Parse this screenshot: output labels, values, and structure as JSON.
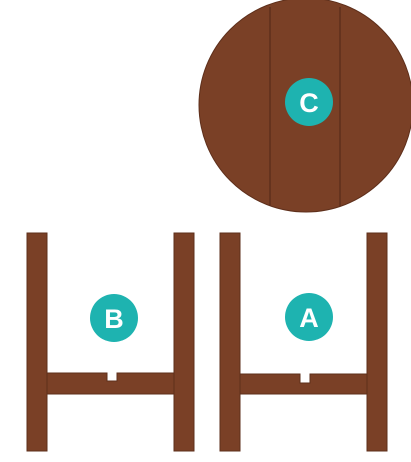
{
  "colors": {
    "wood": "#7a4026",
    "wood_dark": "#5e2f1b",
    "wood_edge": "#8c4c2e",
    "badge": "#1eb3b0",
    "badge_text": "#ffffff",
    "background": "#ffffff"
  },
  "parts": [
    {
      "id": "round-tabletop",
      "label": "C"
    },
    {
      "id": "stand-frame-left",
      "label": "B"
    },
    {
      "id": "stand-frame-right",
      "label": "A"
    }
  ]
}
